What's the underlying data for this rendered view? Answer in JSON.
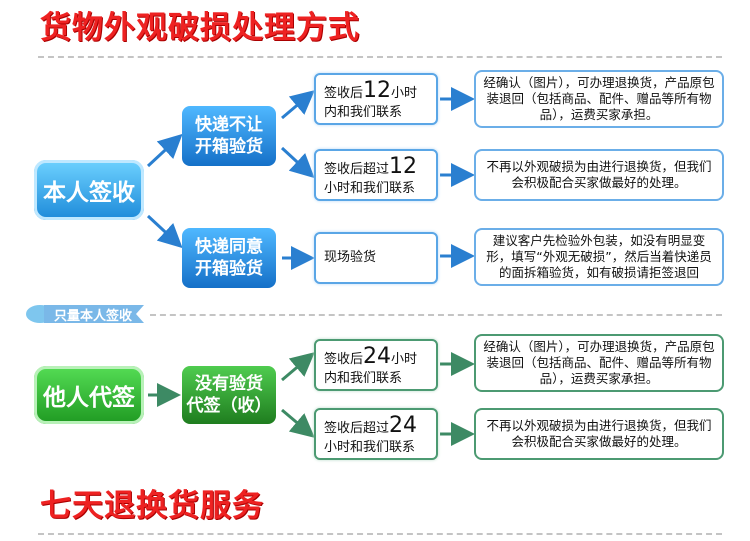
{
  "title_top": "货物外观破损处理方式",
  "title_bottom": "七天退换货服务",
  "self_sign": "本人签收",
  "other_sign": "他人代签",
  "ribbon": "只量本人签收",
  "blue_branch_1": {
    "line1": "快递不让",
    "line2": "开箱验货"
  },
  "blue_branch_2": {
    "line1": "快递同意",
    "line2": "开箱验货"
  },
  "green_branch": {
    "line1": "没有验货",
    "line2": "代签（收）"
  },
  "cond1": {
    "a": "签收后",
    "num": "12",
    "b": "小时",
    "c": "内和我们联系"
  },
  "cond2": {
    "a": "签收后超过",
    "num": "12",
    "c": "小时和我们联系"
  },
  "cond3": {
    "c": "现场验货"
  },
  "cond4": {
    "a": "签收后",
    "num": "24",
    "b": "小时",
    "c": "内和我们联系"
  },
  "cond5": {
    "a": "签收后超过",
    "num": "24",
    "c": "小时和我们联系"
  },
  "res1": "经确认（图片），可办理退换货，产品原包装退回（包括商品、配件、赠品等所有物品），运费买家承担。",
  "res2": "不再以外观破损为由进行退换货，但我们会积极配合买家做最好的处理。",
  "res3": "建议客户先检验外包装，如没有明显变形，填写“外观无破损”，然后当着快递员的面拆箱验货，如有破损请拒签退回",
  "res4": "经确认（图片），可办理退换货，产品原包装退回（包括商品、配件、赠品等所有物品），运费买家承担。",
  "res5": "不再以外观破损为由进行退换货，但我们会积极配合买家做最好的处理。"
}
